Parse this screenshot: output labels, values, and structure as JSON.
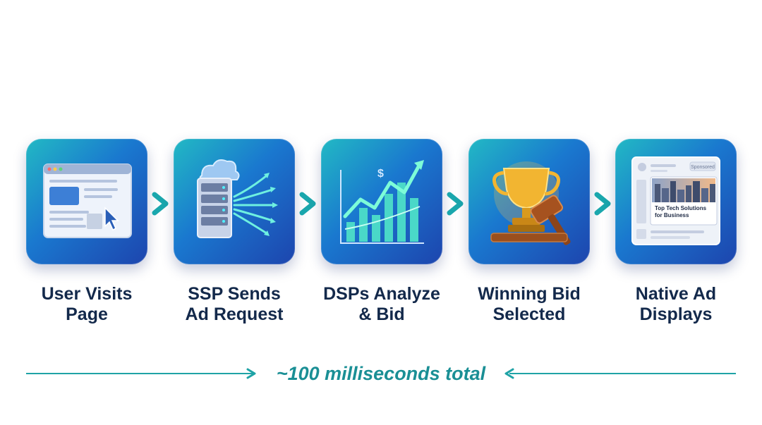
{
  "steps": [
    {
      "line1": "User Visits",
      "line2": "Page",
      "icon": "browser-window-icon"
    },
    {
      "line1": "SSP Sends",
      "line2": "Ad Request",
      "icon": "server-cloud-icon"
    },
    {
      "line1": "DSPs Analyze",
      "line2": "& Bid",
      "icon": "growth-chart-icon"
    },
    {
      "line1": "Winning Bid",
      "line2": "Selected",
      "icon": "trophy-gavel-icon"
    },
    {
      "line1": "Native Ad",
      "line2": "Displays",
      "icon": "native-ad-icon"
    }
  ],
  "native_ad": {
    "badge": "Sponsored",
    "headline_line1": "Top Tech Solutions",
    "headline_line2": "for Business"
  },
  "timeline": {
    "label": "~100 milliseconds total"
  },
  "colors": {
    "tile_start": "#22b9c4",
    "tile_end": "#1d45ae",
    "label_text": "#13294b",
    "accent_teal": "#1fa3a6"
  }
}
